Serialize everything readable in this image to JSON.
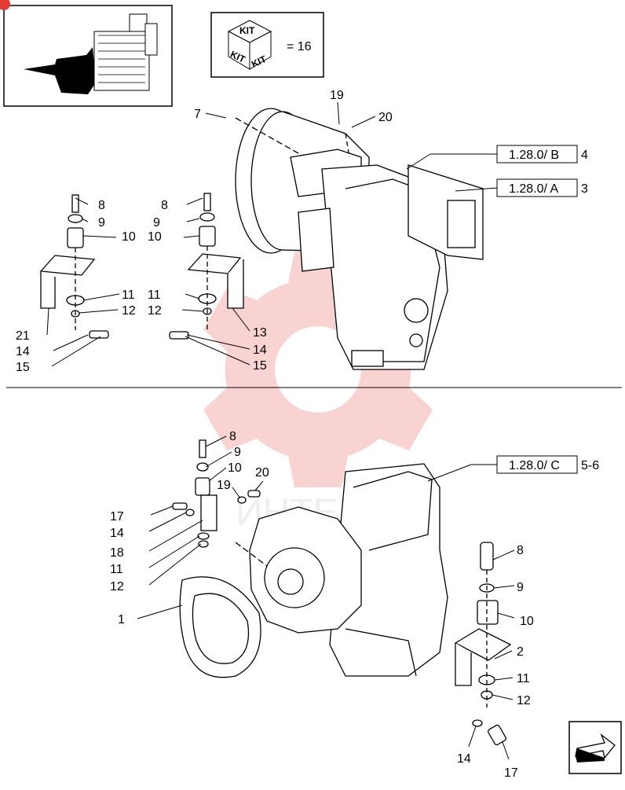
{
  "kit": {
    "box_label": "KIT",
    "side_left": "KIT",
    "side_right": "KIT",
    "equals_text": "= 16"
  },
  "references": [
    {
      "code": "1.28.0/ B",
      "item": "4"
    },
    {
      "code": "1.28.0/ A",
      "item": "3"
    },
    {
      "code": "1.28.0/ C",
      "item": "5-6"
    }
  ],
  "top_left_mount": {
    "labels": [
      "8",
      "9",
      "10",
      "11",
      "12",
      "21",
      "14",
      "15"
    ]
  },
  "top_right_mount": {
    "labels": [
      "8",
      "9",
      "10",
      "11",
      "12",
      "13",
      "14",
      "15"
    ]
  },
  "top_main": {
    "labels": [
      "7",
      "19",
      "20"
    ]
  },
  "bottom_left": {
    "labels": [
      "8",
      "9",
      "10",
      "19",
      "20",
      "17",
      "14",
      "18",
      "11",
      "12",
      "1"
    ]
  },
  "bottom_right": {
    "labels": [
      "8",
      "9",
      "10",
      "2",
      "11",
      "12",
      "14",
      "17"
    ]
  },
  "nav": {
    "icon": "next-page-arrow-icon"
  },
  "watermark": {
    "text": "ИНТЕХ"
  }
}
